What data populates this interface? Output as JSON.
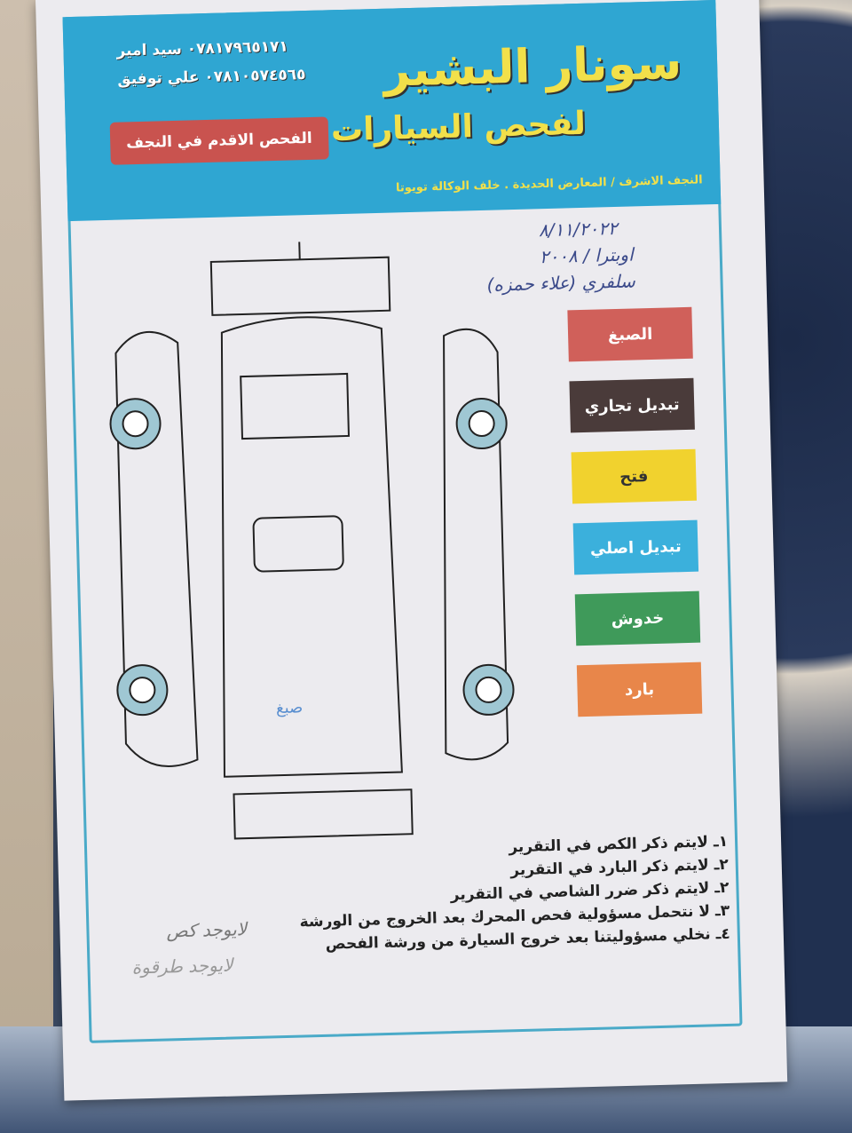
{
  "header": {
    "title": "سونار البشير",
    "subtitle": "لفحص السيارات",
    "address": "النجف الاشرف / المعارض الحديدة . خلف الوكالة تويوتا",
    "phone1": "٠٧٨١٧٩٦٥١٧١ سيد امير",
    "phone2": "٠٧٨١٠٥٧٤٥٦٥ علي توفيق",
    "badge": "الفحص الاقدم في النجف"
  },
  "handwritten": {
    "date": "٨/١١/٢٠٢٢",
    "car": "اوبترا / ٢٠٠٨",
    "customer": "سلفري (علاء حمزه)",
    "note1": "لايوجد كص",
    "note2": "لايوجد طرقوة",
    "diagram_mark": "صبغ"
  },
  "legend": [
    {
      "label": "الصبغ",
      "color": "#d0605a",
      "text": "#fff"
    },
    {
      "label": "تبديل تجاري",
      "color": "#4a3b3a",
      "text": "#fff"
    },
    {
      "label": "فتح",
      "color": "#f1d22e",
      "text": "#333"
    },
    {
      "label": "تبديل اصلي",
      "color": "#3bb0dc",
      "text": "#fff"
    },
    {
      "label": "خدوش",
      "color": "#3f9a5a",
      "text": "#fff"
    },
    {
      "label": "بارد",
      "color": "#e8864a",
      "text": "#fff"
    }
  ],
  "rules": [
    "١ـ لايتم ذكر الكص في التقرير",
    "٢ـ لايتم ذكر البارد في التقرير",
    "٢ـ لايتم ذكر ضرر الشاصي في التقرير",
    "٣ـ لا نتحمل مسؤولية فحص المحرك بعد الخروج من الورشة",
    "٤ـ نخلي مسؤوليتنا بعد خروج السيارة من ورشة الفحص"
  ]
}
